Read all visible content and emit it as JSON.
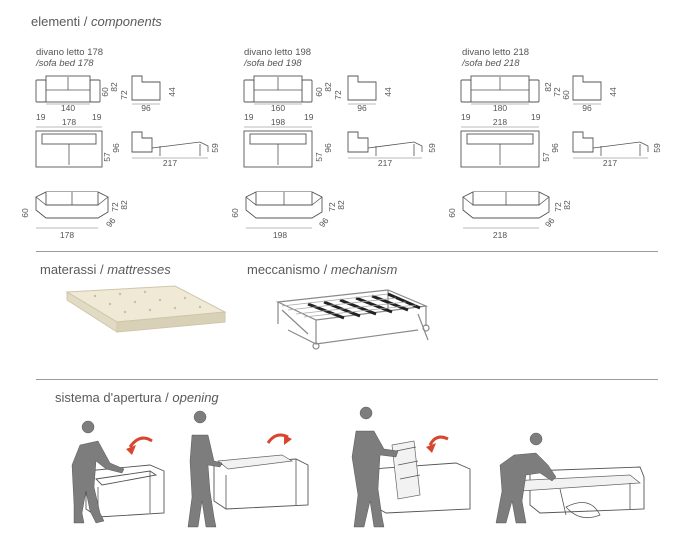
{
  "sections": {
    "components": {
      "it": "elementi",
      "en": "components"
    },
    "mattresses": {
      "it": "materassi",
      "en": "mattresses"
    },
    "mechanism": {
      "it": "meccanismo",
      "en": "mechanism"
    },
    "opening": {
      "it": "sistema d'apertura",
      "en": "opening"
    }
  },
  "separator": " / ",
  "models": [
    {
      "name_it": "divano letto 178",
      "name_en": "/sofa bed 178",
      "front": {
        "seat_width": "140",
        "arm_left": "19",
        "arm_right": "19",
        "h1": "60",
        "h2": "82",
        "h3": "72"
      },
      "side": {
        "depth": "96",
        "height": "44"
      },
      "top": {
        "width": "178",
        "d1": "57",
        "d2": "96"
      },
      "open": {
        "length": "217",
        "height": "59"
      },
      "iso": {
        "width": "178",
        "depth": "96",
        "h1": "60",
        "h2": "72",
        "h3": "82"
      }
    },
    {
      "name_it": "divano letto 198",
      "name_en": "/sofa bed 198",
      "front": {
        "seat_width": "160",
        "arm_left": "19",
        "arm_right": "19",
        "h1": "60",
        "h2": "82",
        "h3": "72"
      },
      "side": {
        "depth": "96",
        "height": "44"
      },
      "top": {
        "width": "198",
        "d1": "57",
        "d2": "96"
      },
      "open": {
        "length": "217",
        "height": "59"
      },
      "iso": {
        "width": "198",
        "depth": "96",
        "h1": "60",
        "h2": "72",
        "h3": "82"
      }
    },
    {
      "name_it": "divano letto 218",
      "name_en": "/sofa bed 218",
      "front": {
        "seat_width": "180",
        "arm_left": "19",
        "arm_right": "19",
        "h1": "82",
        "h2": "72",
        "h3": "60"
      },
      "side": {
        "depth": "96",
        "height": "44"
      },
      "top": {
        "width": "218",
        "d1": "57",
        "d2": "96"
      },
      "open": {
        "length": "217",
        "height": "59"
      },
      "iso": {
        "width": "218",
        "depth": "96",
        "h1": "60",
        "h2": "72",
        "h3": "82"
      }
    }
  ]
}
